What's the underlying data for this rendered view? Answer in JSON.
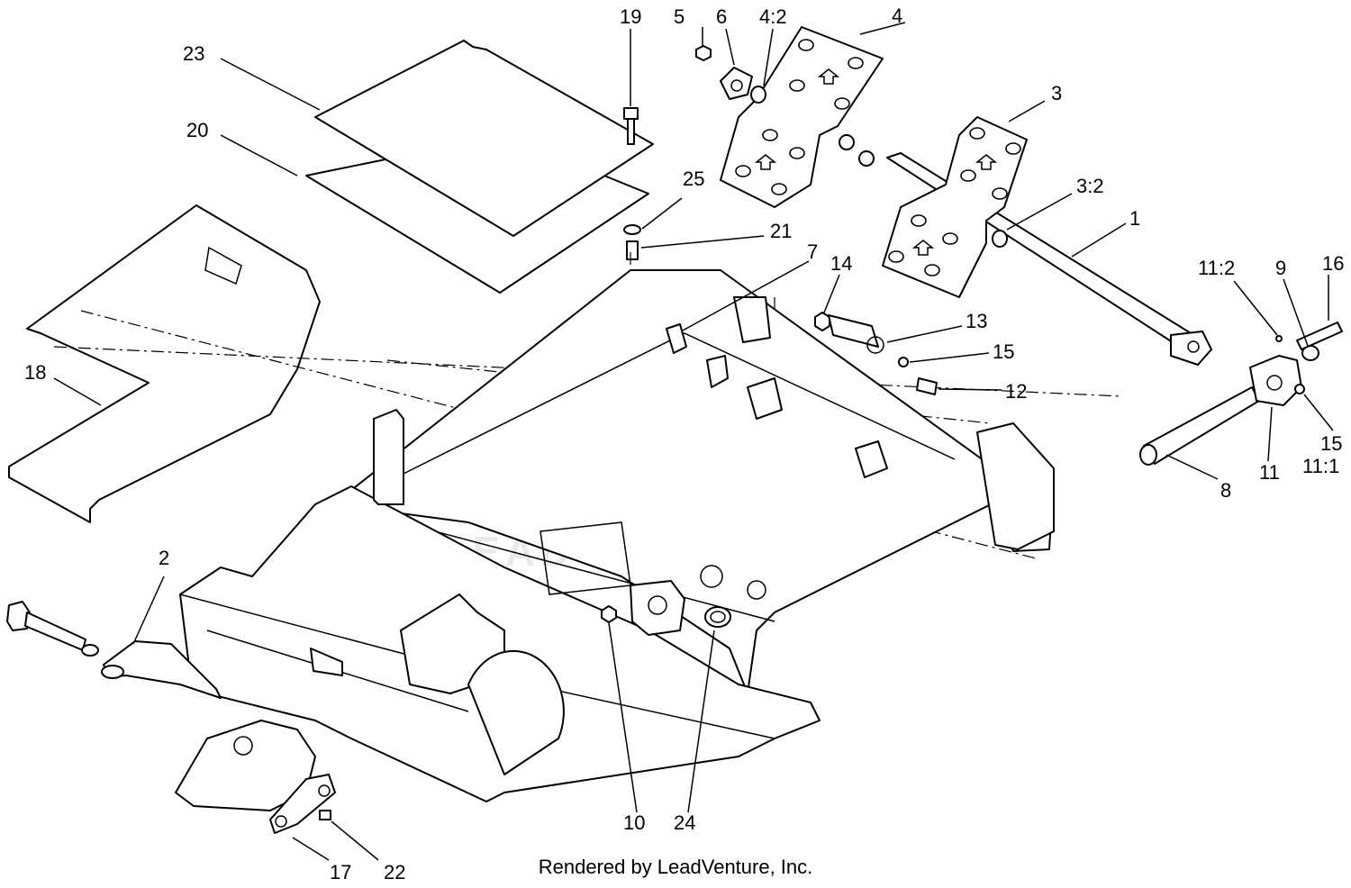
{
  "diagram": {
    "watermark": "LEADVENTURE",
    "callouts": [
      {
        "id": "c1",
        "text": "1"
      },
      {
        "id": "c2",
        "text": "2"
      },
      {
        "id": "c3",
        "text": "3"
      },
      {
        "id": "c3_2",
        "text": "3:2"
      },
      {
        "id": "c4",
        "text": "4"
      },
      {
        "id": "c4_2",
        "text": "4:2"
      },
      {
        "id": "c5",
        "text": "5"
      },
      {
        "id": "c6",
        "text": "6"
      },
      {
        "id": "c7",
        "text": "7"
      },
      {
        "id": "c8",
        "text": "8"
      },
      {
        "id": "c9",
        "text": "9"
      },
      {
        "id": "c10",
        "text": "10"
      },
      {
        "id": "c11",
        "text": "11"
      },
      {
        "id": "c11_1",
        "text": "11:1"
      },
      {
        "id": "c11_2",
        "text": "11:2"
      },
      {
        "id": "c12",
        "text": "12"
      },
      {
        "id": "c13",
        "text": "13"
      },
      {
        "id": "c14",
        "text": "14"
      },
      {
        "id": "c15a",
        "text": "15"
      },
      {
        "id": "c15b",
        "text": "15"
      },
      {
        "id": "c16",
        "text": "16"
      },
      {
        "id": "c17",
        "text": "17"
      },
      {
        "id": "c18",
        "text": "18"
      },
      {
        "id": "c19",
        "text": "19"
      },
      {
        "id": "c20",
        "text": "20"
      },
      {
        "id": "c21",
        "text": "21"
      },
      {
        "id": "c22",
        "text": "22"
      },
      {
        "id": "c23",
        "text": "23"
      },
      {
        "id": "c24",
        "text": "24"
      },
      {
        "id": "c25",
        "text": "25"
      }
    ]
  },
  "footer": {
    "text": "Rendered by LeadVenture, Inc."
  }
}
